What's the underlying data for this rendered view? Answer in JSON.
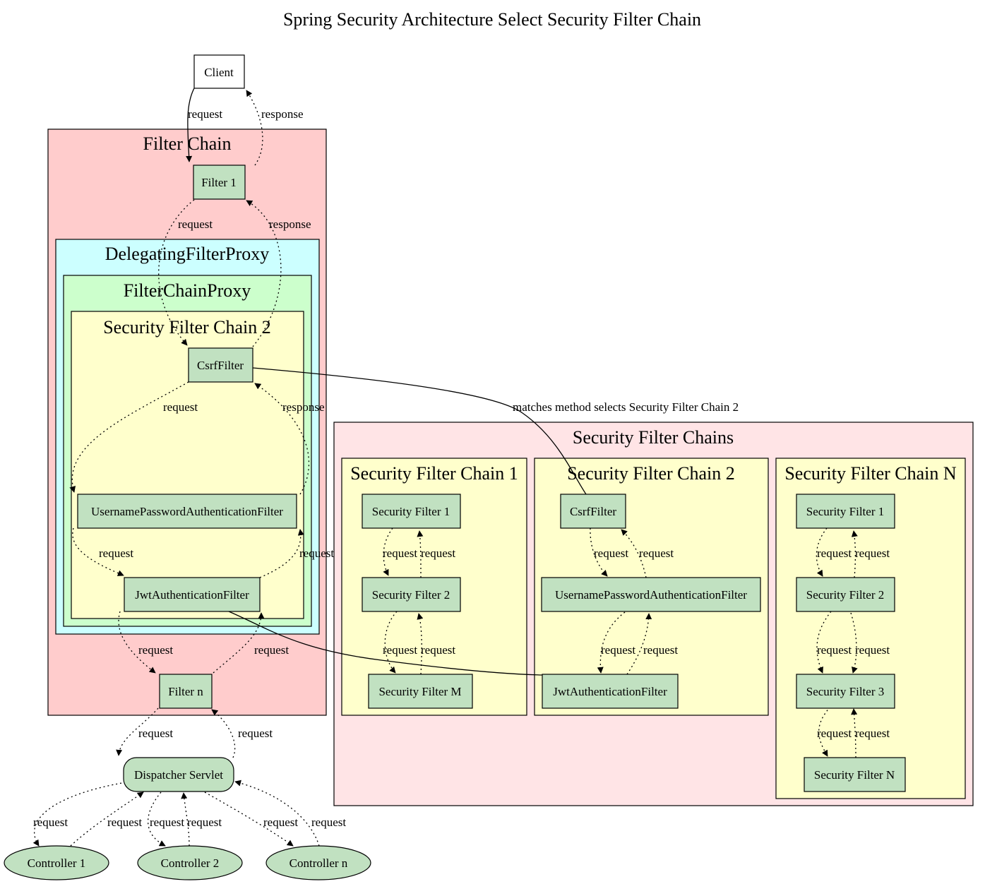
{
  "title": "Spring Security Architecture Select Security Filter Chain",
  "colors": {
    "filter_chain": "#ffcccc",
    "delegating_proxy": "#ccffff",
    "filter_chain_proxy": "#ccffcc",
    "security_chain": "#ffffcc",
    "security_chains": "#ffe4e6",
    "node": "#c1e1c1"
  },
  "clusters": {
    "filter_chain": "Filter Chain",
    "delegating_proxy": "DelegatingFilterProxy",
    "filter_chain_proxy": "FilterChainProxy",
    "inner_chain": "Security Filter Chain 2",
    "security_chains": "Security Filter Chains",
    "chain1": "Security Filter Chain 1",
    "chain2": "Security Filter Chain 2",
    "chainN": "Security Filter Chain N"
  },
  "nodes": {
    "client": "Client",
    "filter1": "Filter 1",
    "csrf": "CsrfFilter",
    "upaf": "UsernamePasswordAuthenticationFilter",
    "jwt": "JwtAuthenticationFilter",
    "filtern": "Filter n",
    "dispatcher": "Dispatcher Servlet",
    "controller1": "Controller 1",
    "controller2": "Controller 2",
    "controllern": "Controller n",
    "c1_sf1": "Security Filter 1",
    "c1_sf2": "Security Filter 2",
    "c1_sfm": "Security Filter M",
    "c2_csrf": "CsrfFilter",
    "c2_upaf": "UsernamePasswordAuthenticationFilter",
    "c2_jwt": "JwtAuthenticationFilter",
    "cn_sf1": "Security Filter 1",
    "cn_sf2": "Security Filter 2",
    "cn_sf3": "Security Filter 3",
    "cn_sfn": "Security Filter N"
  },
  "edges": {
    "request": "request",
    "response": "response",
    "matches": "matches method selects Security Filter Chain 2"
  }
}
